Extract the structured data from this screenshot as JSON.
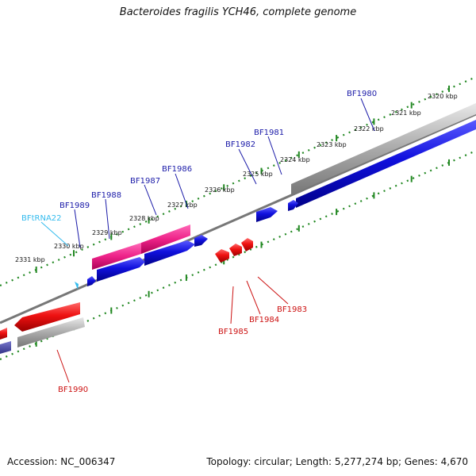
{
  "title": "Bacteroides fragilis YCH46, complete genome",
  "footer": {
    "accession": "Accession: NC_006347",
    "stats": "Topology: circular; Length: 5,277,274 bp; Genes: 4,670"
  },
  "colors": {
    "forward_gene": "#1010dd",
    "reverse_gene": "#ee1111",
    "rna": "#ee2288",
    "trna": "#33bbee",
    "pseudo": "#aaaaaa",
    "backbone": "#777777",
    "ticks": "#228822",
    "label_forward": "#1a1aa8",
    "label_reverse": "#cc1111"
  },
  "axis": {
    "unit": "kbp",
    "ticks": [
      "2320 kbp",
      "2321 kbp",
      "2322 kbp",
      "2323 kbp",
      "2324 kbp",
      "2325 kbp",
      "2326 kbp",
      "2327 kbp",
      "2328 kbp",
      "2329 kbp",
      "2330 kbp",
      "2331 kbp"
    ]
  },
  "genes": [
    {
      "id": "BF1980",
      "strand": "forward"
    },
    {
      "id": "BF1981",
      "strand": "forward"
    },
    {
      "id": "BF1982",
      "strand": "forward"
    },
    {
      "id": "BF1986",
      "strand": "forward"
    },
    {
      "id": "BF1987",
      "strand": "forward"
    },
    {
      "id": "BF1988",
      "strand": "forward"
    },
    {
      "id": "BF1989",
      "strand": "forward"
    },
    {
      "id": "BFtRNA22",
      "strand": "forward",
      "type": "tRNA"
    },
    {
      "id": "BF1983",
      "strand": "reverse"
    },
    {
      "id": "BF1984",
      "strand": "reverse"
    },
    {
      "id": "BF1985",
      "strand": "reverse"
    },
    {
      "id": "BF1990",
      "strand": "reverse"
    }
  ]
}
